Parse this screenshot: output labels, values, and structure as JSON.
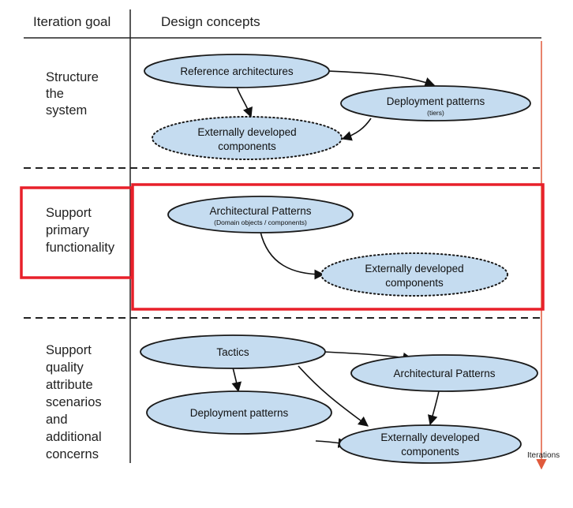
{
  "headers": {
    "goal_column": "Iteration goal",
    "concepts_column": "Design concepts"
  },
  "colors": {
    "node_fill": "#c5dcf0",
    "node_stroke": "#1a1a1a",
    "highlight": "#e8202a",
    "timeline": "#e05a3c",
    "rule": "#222222"
  },
  "rows": [
    {
      "goal_lines": [
        "Structure",
        "the",
        "system"
      ],
      "nodes": [
        {
          "id": "r1-ref",
          "lines": [
            "Reference architectures"
          ],
          "sub": "",
          "style": "solid"
        },
        {
          "id": "r1-dep",
          "lines": [
            "Deployment patterns"
          ],
          "sub": "(tiers)",
          "style": "solid"
        },
        {
          "id": "r1-ext",
          "lines": [
            "Externally developed",
            "components"
          ],
          "sub": "",
          "style": "dotted"
        }
      ]
    },
    {
      "goal_lines": [
        "Support",
        "primary",
        "functionality"
      ],
      "highlighted": true,
      "nodes": [
        {
          "id": "r2-arch",
          "lines": [
            "Architectural Patterns"
          ],
          "sub": "(Domain objects / components)",
          "style": "solid"
        },
        {
          "id": "r2-ext",
          "lines": [
            "Externally developed",
            "components"
          ],
          "sub": "",
          "style": "dotted"
        }
      ]
    },
    {
      "goal_lines": [
        "Support",
        "quality",
        "attribute",
        "scenarios",
        "and",
        "additional",
        "concerns"
      ],
      "nodes": [
        {
          "id": "r3-tac",
          "lines": [
            "Tactics"
          ],
          "sub": "",
          "style": "solid"
        },
        {
          "id": "r3-arch",
          "lines": [
            "Architectural Patterns"
          ],
          "sub": "",
          "style": "solid"
        },
        {
          "id": "r3-dep",
          "lines": [
            "Deployment patterns"
          ],
          "sub": "",
          "style": "solid"
        },
        {
          "id": "r3-ext",
          "lines": [
            "Externally developed",
            "components"
          ],
          "sub": "",
          "style": "solid"
        }
      ]
    }
  ],
  "timeline_label": "Iterations"
}
